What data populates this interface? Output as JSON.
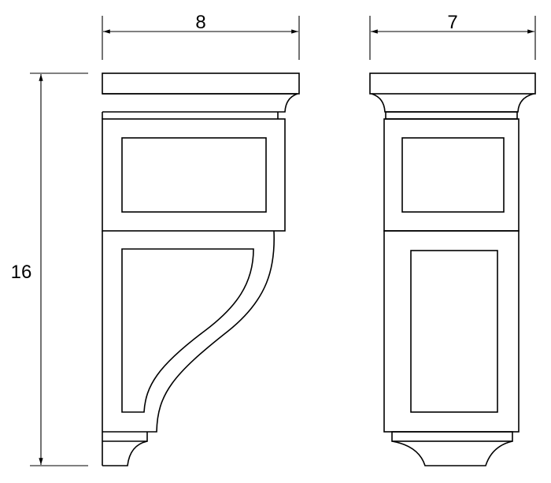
{
  "dimensions": {
    "front_width": "8",
    "side_width": "7",
    "height": "16"
  },
  "colors": {
    "line": "#000000",
    "background": "#ffffff"
  }
}
